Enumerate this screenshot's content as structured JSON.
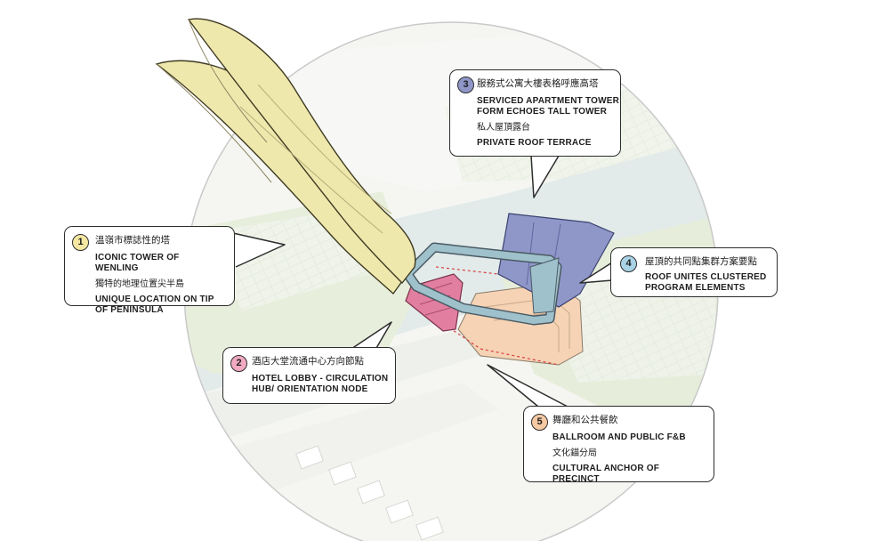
{
  "colors": {
    "tower": "#efe8ad",
    "serviced_tower": "#8f97c9",
    "lobby": "#e27fa0",
    "ballroom": "#f5d3b4",
    "bridge": "#9fc1cc",
    "ring": "#c9c9c9",
    "dashed_link": "#d94040",
    "num1": "#f3e7a2",
    "num2": "#f2a9c2",
    "num3": "#8f97c9",
    "num4": "#a9d3e6",
    "num5": "#f6c9a3"
  },
  "callouts": [
    {
      "num": "1",
      "title": "溫嶺市標誌性的塔",
      "lines": [
        "ICONIC TOWER OF WENLING",
        "獨特的地理位置尖半島",
        "UNIQUE LOCATION ON TIP OF PENINSULA"
      ]
    },
    {
      "num": "2",
      "title": "酒店大堂流通中心方向節點",
      "lines": [
        "HOTEL LOBBY -  CIRCULATION HUB/ ORIENTATION NODE"
      ]
    },
    {
      "num": "3",
      "title": "服務式公寓大樓表格呼應高塔",
      "lines": [
        "SERVICED APARTMENT TOWER FORM ECHOES TALL TOWER",
        "私人屋頂露台",
        "PRIVATE ROOF TERRACE"
      ]
    },
    {
      "num": "4",
      "title": "屋頂的共同點集群方案要點",
      "lines": [
        "ROOF UNITES CLUSTERED PROGRAM ELEMENTS"
      ]
    },
    {
      "num": "5",
      "title": "舞廳和公共餐飲",
      "lines": [
        "BALLROOM AND PUBLIC F&B",
        "文化錨分局",
        "CULTURAL ANCHOR OF PRECINCT"
      ]
    }
  ]
}
